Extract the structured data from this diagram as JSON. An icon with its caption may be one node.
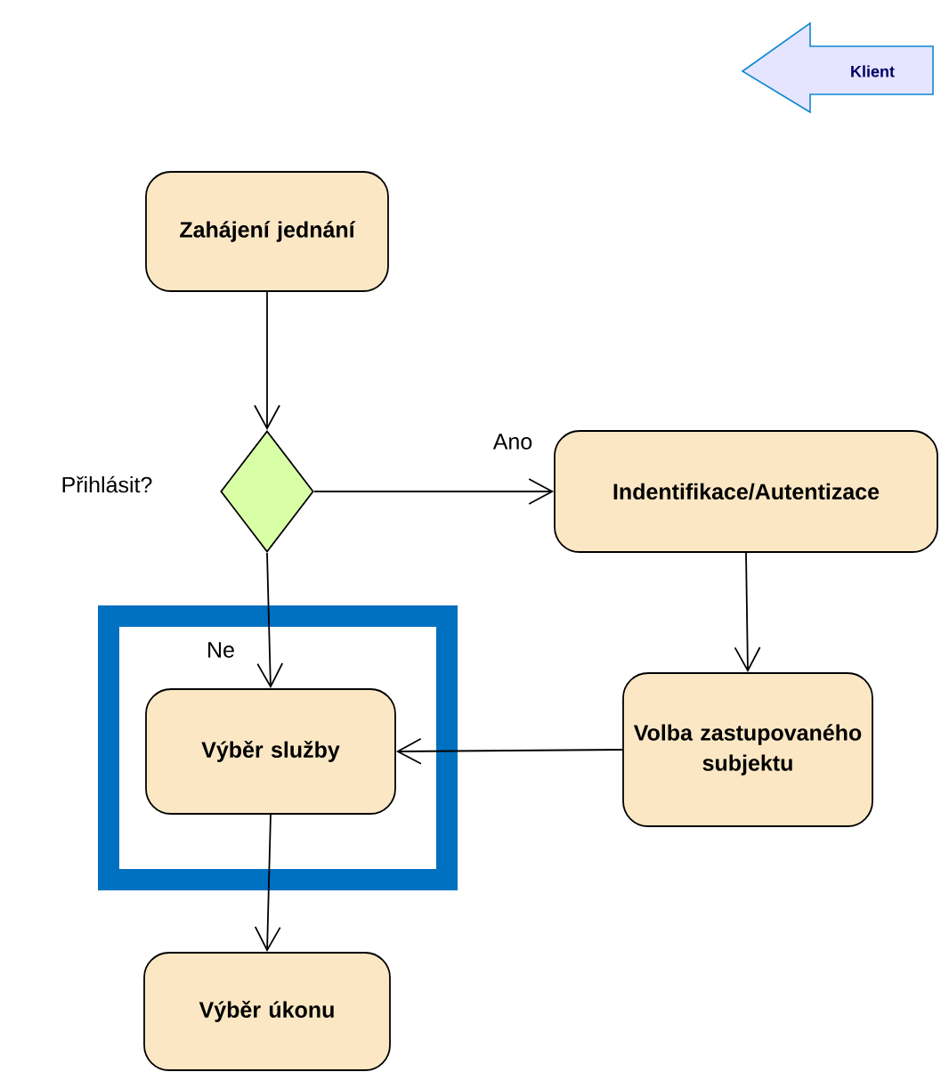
{
  "diagram": {
    "nodes": [
      {
        "text": [
          "Klient"
        ]
      },
      {
        "text": [
          "Zahájení jednání"
        ]
      },
      {
        "text": [],
        "shape": "diamond",
        "beside": [
          "Přihlásit?"
        ]
      },
      {
        "text": [
          "Indentifikace/Autentizace"
        ]
      },
      {
        "text": [],
        "shape": "box"
      },
      {
        "text": [
          "Výběr služby"
        ],
        "in": 4
      },
      {
        "text": [
          "Volba zastupovaného subjektu"
        ]
      },
      {
        "text": [
          "Výběr úkonu"
        ]
      }
    ],
    "edges": [
      {
        "from": 1,
        "to": 2,
        "arrow": "to"
      },
      {
        "from": 2,
        "to": 3,
        "arrow": "to",
        "label": "Ano"
      },
      {
        "from": 2,
        "to": 5,
        "arrow": "to",
        "label": "Ne"
      },
      {
        "from": 3,
        "to": 6,
        "arrow": "to"
      },
      {
        "from": 6,
        "to": 5,
        "arrow": "to"
      },
      {
        "from": 5,
        "to": 7,
        "arrow": "to"
      }
    ]
  }
}
